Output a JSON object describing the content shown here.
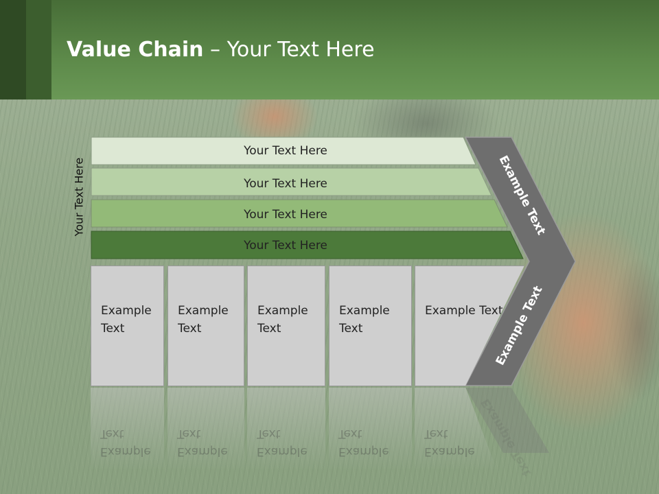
{
  "title": {
    "bold": "Value Chain",
    "rest": " – Your Text Here"
  },
  "side_label": "Your Text Here",
  "bars": [
    {
      "label": "Your Text Here",
      "color": "#dde8d4"
    },
    {
      "label": "Your Text Here",
      "color": "#b7d1a6"
    },
    {
      "label": "Your Text Here",
      "color": "#93ba78"
    },
    {
      "label": "Your Text Here",
      "color": "#4c7a3a"
    }
  ],
  "boxes": [
    {
      "label": "Example Text"
    },
    {
      "label": "Example Text"
    },
    {
      "label": "Example Text"
    },
    {
      "label": "Example Text"
    },
    {
      "label": "Example Text"
    }
  ],
  "arrow_top_label": "Example Text",
  "arrow_bottom_label": "Example Text",
  "colors": {
    "header": "#5d8a4a",
    "arrow": "#6e6e6e",
    "box": "#cfcfcf"
  }
}
